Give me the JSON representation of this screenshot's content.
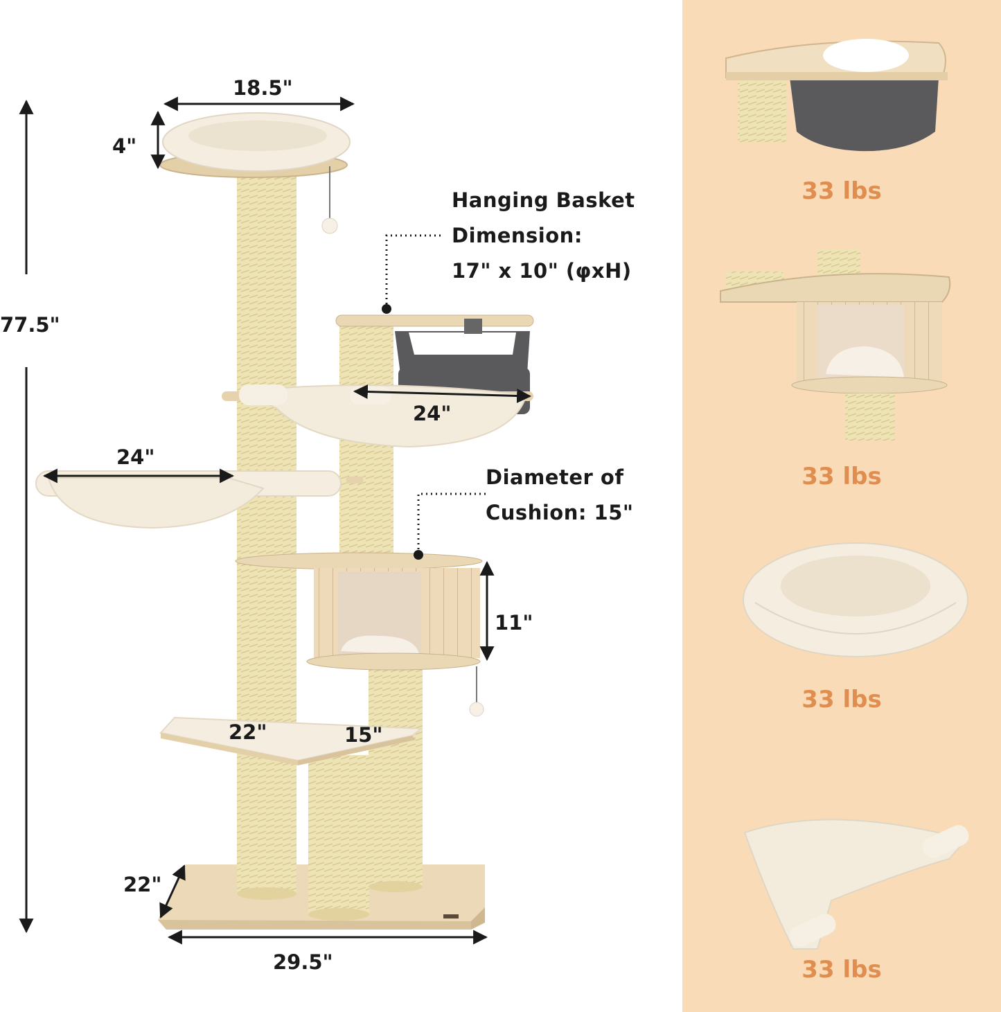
{
  "colors": {
    "panel": "#f9dbb8",
    "accent": "#e08e4f",
    "text": "#1a1a1a",
    "wood": "#eedcbc",
    "sisal": "#eee3b5",
    "plush": "#f3ebdc",
    "felt": "#5a5a5c"
  },
  "dimensions": {
    "height_total": "77.5\"",
    "top_perch_width": "18.5\"",
    "top_perch_height": "4\"",
    "upper_hammock_width": "24\"",
    "left_hammock_width": "24\"",
    "condo_height": "11\"",
    "platform_length": "22\"",
    "platform_width": "15\"",
    "base_depth": "22\"",
    "base_width": "29.5\""
  },
  "notes": {
    "basket": {
      "line1": "Hanging Basket",
      "line2": "Dimension:",
      "line3": "17\" x 10\" (φxH)"
    },
    "cushion": {
      "line1": "Diameter of",
      "line2": "Cushion: 15\""
    }
  },
  "side_panel": {
    "items": [
      {
        "name": "hanging-basket",
        "weight": "33 lbs"
      },
      {
        "name": "condo",
        "weight": "33 lbs"
      },
      {
        "name": "top-perch-cushion",
        "weight": "33 lbs"
      },
      {
        "name": "hammock",
        "weight": "33 lbs"
      }
    ]
  }
}
